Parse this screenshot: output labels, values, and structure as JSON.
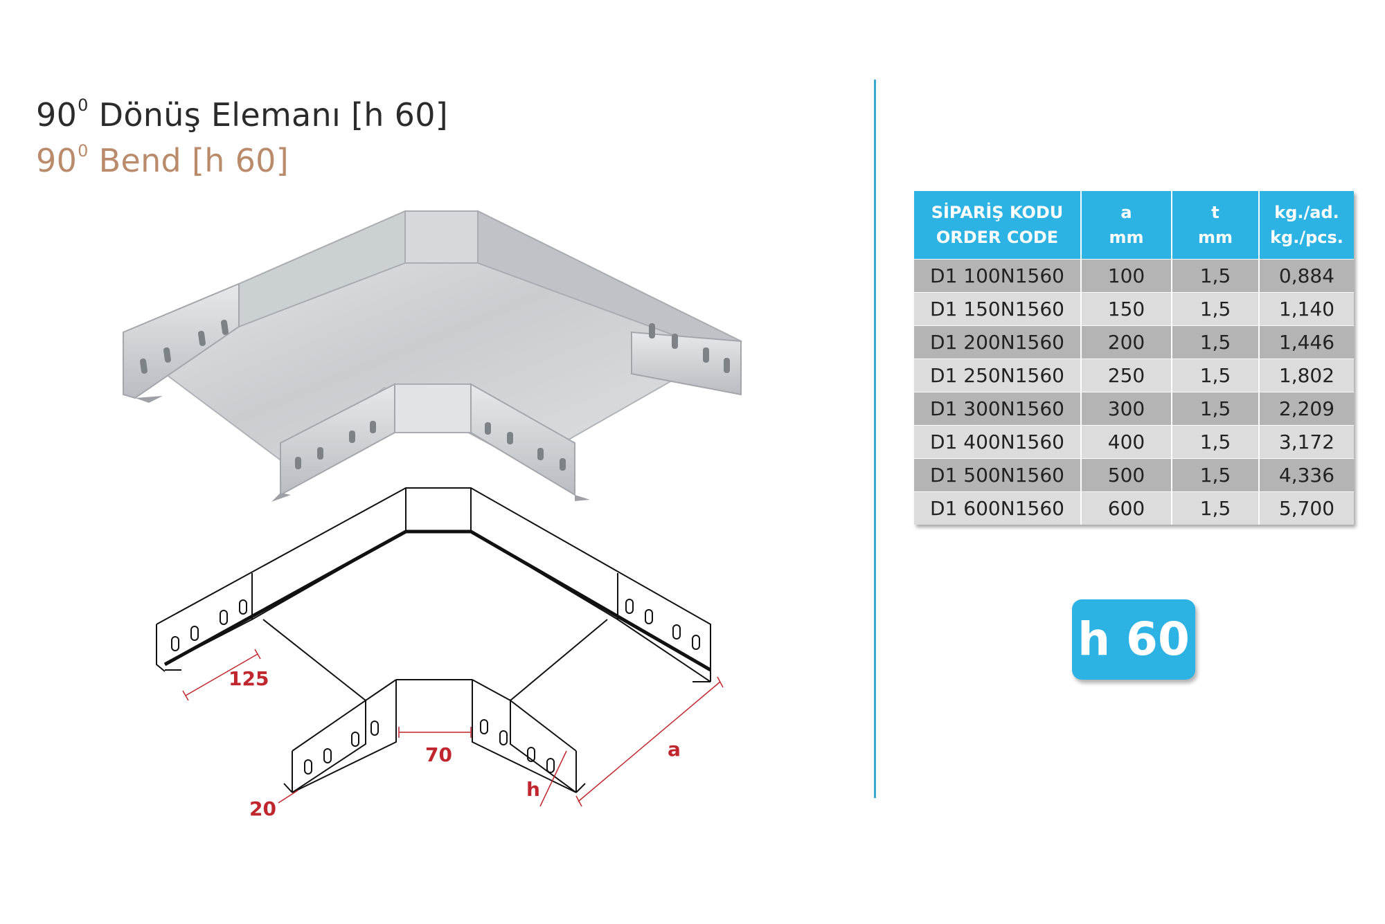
{
  "title": {
    "tr_pre": "90",
    "tr_sup": "0",
    "tr_post": " Dönüş Elemanı [h 60]",
    "en_pre": "90",
    "en_sup": "0",
    "en_post": " Bend [h 60]"
  },
  "dimensions": {
    "d125": "125",
    "d70": "70",
    "d20": "20",
    "h": "h",
    "a": "a"
  },
  "table": {
    "headers": [
      {
        "line1": "SİPARİŞ KODU",
        "line2": "ORDER CODE"
      },
      {
        "line1": "a",
        "line2": "mm"
      },
      {
        "line1": "t",
        "line2": "mm"
      },
      {
        "line1": "kg./ad.",
        "line2": "kg./pcs."
      }
    ],
    "rows": [
      {
        "code": "D1 100N1560",
        "a": "100",
        "t": "1,5",
        "kg": "0,884"
      },
      {
        "code": "D1 150N1560",
        "a": "150",
        "t": "1,5",
        "kg": "1,140"
      },
      {
        "code": "D1 200N1560",
        "a": "200",
        "t": "1,5",
        "kg": "1,446"
      },
      {
        "code": "D1 250N1560",
        "a": "250",
        "t": "1,5",
        "kg": "1,802"
      },
      {
        "code": "D1 300N1560",
        "a": "300",
        "t": "1,5",
        "kg": "2,209"
      },
      {
        "code": "D1 400N1560",
        "a": "400",
        "t": "1,5",
        "kg": "3,172"
      },
      {
        "code": "D1 500N1560",
        "a": "500",
        "t": "1,5",
        "kg": "4,336"
      },
      {
        "code": "D1 600N1560",
        "a": "600",
        "t": "1,5",
        "kg": "5,700"
      }
    ]
  },
  "badge": "h 60",
  "colors": {
    "accent": "#2cb3e3",
    "divider": "#3aa7cf",
    "title_en": "#b98b6b",
    "dimension": "#c0262d"
  }
}
